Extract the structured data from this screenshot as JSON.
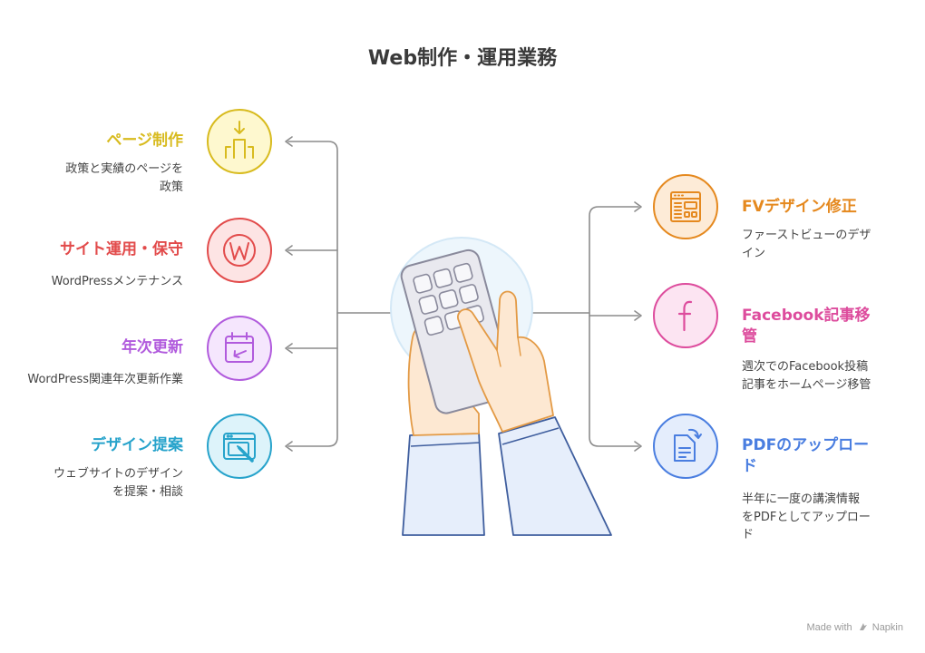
{
  "title": "Web制作・運用業務",
  "left_items": [
    {
      "icon": "page-build-icon",
      "color": "#D8BB1F",
      "fill": "#FEF8CF",
      "title_lines": [
        "ページ制作"
      ],
      "desc_lines": [
        "政策と実績のページを",
        "政策"
      ]
    },
    {
      "icon": "wordpress-icon",
      "color": "#E24B4B",
      "fill": "#FDE4E4",
      "title_lines": [
        "サイト運用・保守"
      ],
      "desc_lines": [
        "WordPressメンテナンス"
      ]
    },
    {
      "icon": "calendar-update-icon",
      "color": "#B15BDD",
      "fill": "#F5E6FD",
      "title_lines": [
        "年次更新"
      ],
      "desc_lines": [
        "WordPress関連年次更新作業"
      ]
    },
    {
      "icon": "design-tablet-icon",
      "color": "#27A3CB",
      "fill": "#DDF3FA",
      "title_lines": [
        "デザイン提案"
      ],
      "desc_lines": [
        "ウェブサイトのデザイン",
        "を提案・相談"
      ]
    }
  ],
  "right_items": [
    {
      "icon": "browser-layout-icon",
      "color": "#E5891F",
      "fill": "#FDEBD7",
      "title_lines": [
        "FVデザイン修正"
      ],
      "desc_lines": [
        "ファーストビューのデザ",
        "イン"
      ]
    },
    {
      "icon": "facebook-icon",
      "color": "#DD4C9D",
      "fill": "#FCE4F2",
      "title_lines": [
        "Facebook記事移",
        "管"
      ],
      "desc_lines": [
        "週次でのFacebook投稿",
        "記事をホームページ移管"
      ]
    },
    {
      "icon": "document-upload-icon",
      "color": "#4A7EE0",
      "fill": "#E4EDFC",
      "title_lines": [
        "PDFのアップロー",
        "ド"
      ],
      "desc_lines": [
        "半年に一度の講演情報",
        "をPDFとしてアップロー",
        "ド"
      ]
    }
  ],
  "colors": {
    "connector": "#8C8C8C",
    "hub_fill": "#EDF6FC",
    "skin": "#FDE8D2",
    "skin_outline": "#E39A45",
    "sleeve": "#E6EEFB",
    "sleeve_outline": "#3F5E9E",
    "device": "#E9E9EF",
    "device_outline": "#8A8A9C"
  },
  "footer": {
    "made_with": "Made with",
    "brand": "Napkin"
  }
}
